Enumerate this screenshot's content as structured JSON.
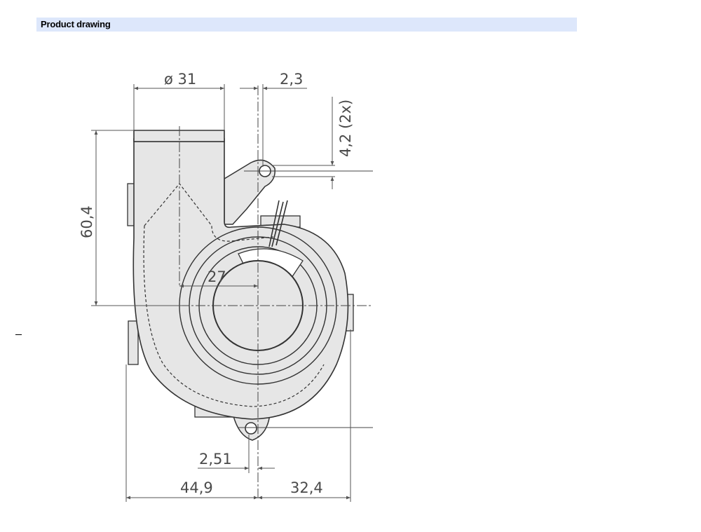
{
  "header": {
    "title": "Product drawing"
  },
  "dimensions": {
    "diameter_label": "ø 31",
    "offset_top": "2,3",
    "hole": "4,2 (2x)",
    "height": "60,4",
    "radius_offset": "27",
    "bottom_offset": "2,51",
    "left_width": "44,9",
    "right_width": "32,4"
  },
  "colors": {
    "header_bg": "#dde7fb",
    "body_fill": "#e6e6e6",
    "outline": "#333333",
    "dim_line": "#555555"
  }
}
